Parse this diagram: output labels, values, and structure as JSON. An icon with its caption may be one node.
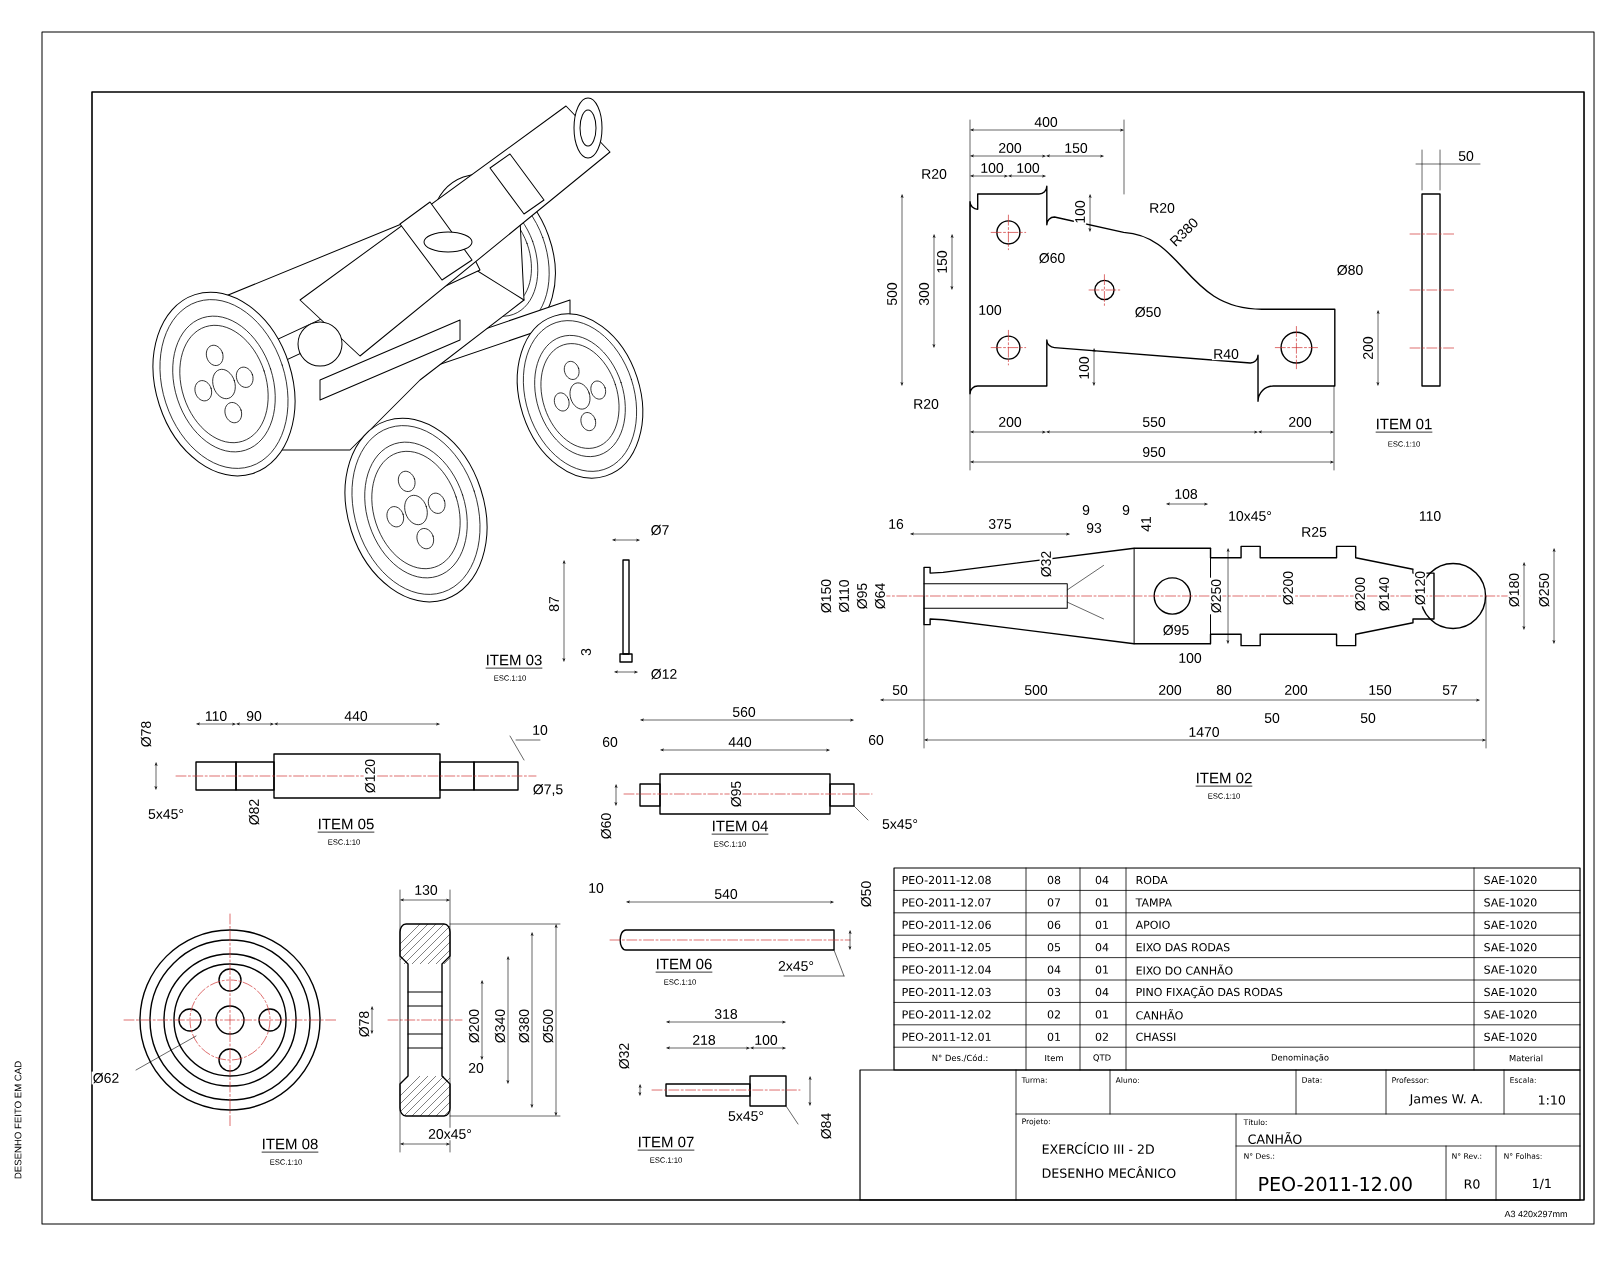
{
  "diagram": {
    "labels": [
      "400",
      "200",
      "150",
      "100",
      "100",
      "R20",
      "100",
      "R20",
      "R380",
      "500",
      "300",
      "150",
      "Ø60",
      "Ø50",
      "Ø80",
      "100",
      "200",
      "R40",
      "100",
      "R20",
      "200",
      "550",
      "200",
      "950",
      "50",
      "ITEM 01",
      "ESC.1:10",
      "16",
      "375",
      "9",
      "93",
      "9",
      "41",
      "108",
      "10x45°",
      "R25",
      "110",
      "Ø150",
      "Ø110",
      "Ø95",
      "Ø64",
      "Ø32",
      "Ø250",
      "Ø95",
      "100",
      "Ø200",
      "Ø200",
      "Ø140",
      "Ø120",
      "Ø180",
      "Ø250",
      "50",
      "500",
      "200",
      "80",
      "200",
      "150",
      "57",
      "50",
      "50",
      "1470",
      "ITEM 02",
      "ESC.1:10",
      "Ø7",
      "87",
      "3",
      "ITEM 03",
      "ESC.1:10",
      "Ø12",
      "110",
      "90",
      "440",
      "Ø78",
      "10",
      "Ø120",
      "Ø7,5",
      "5x45°",
      "Ø82",
      "ITEM 05",
      "ESC.1:10",
      "560",
      "60",
      "440",
      "60",
      "Ø95",
      "5x45°",
      "Ø60",
      "ITEM 04",
      "ESC.1:10",
      "130",
      "Ø78",
      "Ø200",
      "Ø340",
      "Ø380",
      "Ø500",
      "20",
      "Ø62",
      "20x45°",
      "ITEM 08",
      "ESC.1:10",
      "10",
      "540",
      "Ø50",
      "ITEM 06",
      "ESC.1:10",
      "2x45°",
      "318",
      "218",
      "100",
      "Ø32",
      "5x45°",
      "Ø84",
      "ITEM 07",
      "ESC.1:10",
      "PEO-2011-12.08",
      "08",
      "04",
      "RODA",
      "SAE-1020",
      "PEO-2011-12.07",
      "07",
      "01",
      "TAMPA",
      "SAE-1020",
      "PEO-2011-12.06",
      "06",
      "01",
      "APOIO",
      "SAE-1020",
      "PEO-2011-12.05",
      "05",
      "04",
      "EIXO DAS RODAS",
      "SAE-1020",
      "PEO-2011-12.04",
      "04",
      "01",
      "EIXO DO CANHÃO",
      "SAE-1020",
      "PEO-2011-12.03",
      "03",
      "04",
      "PINO FIXAÇÃO DAS RODAS",
      "SAE-1020",
      "PEO-2011-12.02",
      "02",
      "01",
      "CANHÃO",
      "SAE-1020",
      "PEO-2011-12.01",
      "01",
      "02",
      "CHASSI",
      "SAE-1020",
      "N° Des./Cód.:",
      "Item",
      "QTD",
      "Denominação",
      "Material",
      "Turma:",
      "Aluno:",
      "Data:",
      "Professor:",
      "James W. A.",
      "Escala:",
      "1:10",
      "Projeto:",
      "EXERCÍCIO III - 2D",
      "DESENHO MECÂNICO",
      "Título:",
      "CANHÃO",
      "N° Des.:",
      "PEO-2011-12.00",
      "N° Rev.:",
      "R0",
      "N° Folhas:",
      "1/1",
      "A3 420x297mm",
      "DESENHO FEITO EM CAD"
    ]
  }
}
